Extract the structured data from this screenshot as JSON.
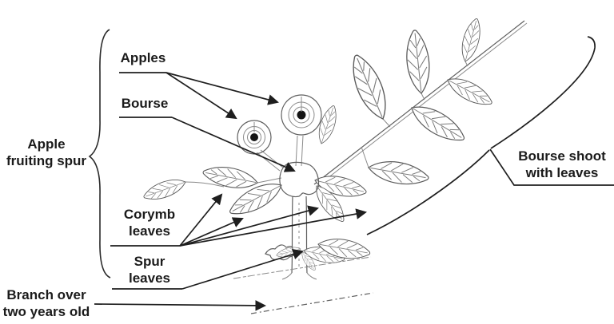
{
  "diagram": {
    "type": "botanical-line-diagram",
    "subject": "Apple fruiting spur anatomy",
    "background": "#ffffff",
    "ink_color": "#1e1e1e",
    "sketch_color": "#5f5f5f",
    "labels": {
      "apples": "Apples",
      "bourse": "Bourse",
      "fruiting_spur": [
        "Apple",
        "fruiting spur"
      ],
      "corymb": [
        "Corymb",
        "leaves"
      ],
      "spur": [
        "Spur",
        "leaves"
      ],
      "branch": [
        "Branch over",
        "two years old"
      ],
      "bourse_shoot": [
        "Bourse shoot",
        "with leaves"
      ]
    },
    "callouts": [
      {
        "label": "Apples",
        "arrow_count": 2
      },
      {
        "label": "Bourse",
        "arrow_count": 1
      },
      {
        "label": "Corymb leaves",
        "arrow_count": 4
      },
      {
        "label": "Spur leaves",
        "arrow_count": 1
      },
      {
        "label": "Branch over two years old",
        "arrow_count": 1
      },
      {
        "label": "Apple fruiting spur",
        "marker": "curly-brace"
      },
      {
        "label": "Bourse shoot with leaves",
        "marker": "bracket-lines"
      }
    ]
  }
}
